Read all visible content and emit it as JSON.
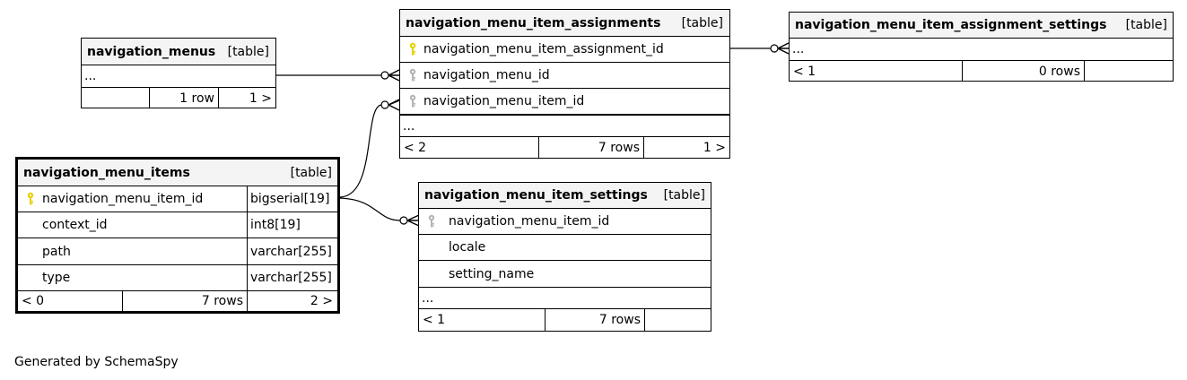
{
  "colors": {
    "primary_key": "#e6d200",
    "foreign_key": "#b4b4b4",
    "header_fill": "#f4f4f4",
    "line": "#000000"
  },
  "tables": {
    "menus": {
      "name": "navigation_menus",
      "kind": "[table]",
      "ellipsis": "...",
      "footer": {
        "parents": "",
        "rows": "1 row",
        "children": "1 >"
      }
    },
    "assignments": {
      "name": "navigation_menu_item_assignments",
      "kind": "[table]",
      "columns": [
        {
          "name": "navigation_menu_item_assignment_id",
          "key": "primary-key-icon"
        },
        {
          "name": "navigation_menu_id",
          "key": "foreign-key-icon"
        },
        {
          "name": "navigation_menu_item_id",
          "key": "foreign-key-icon"
        }
      ],
      "ellipsis": "...",
      "footer": {
        "parents": "< 2",
        "rows": "7 rows",
        "children": "1 >"
      }
    },
    "assignment_settings": {
      "name": "navigation_menu_item_assignment_settings",
      "kind": "[table]",
      "ellipsis": "...",
      "footer": {
        "parents": "< 1",
        "rows": "0 rows",
        "children": ""
      }
    },
    "items": {
      "name": "navigation_menu_items",
      "kind": "[table]",
      "columns": [
        {
          "name": "navigation_menu_item_id",
          "type": "bigserial[19]",
          "key": "primary-key-icon"
        },
        {
          "name": "context_id",
          "type": "int8[19]",
          "key": ""
        },
        {
          "name": "path",
          "type": "varchar[255]",
          "key": ""
        },
        {
          "name": "type",
          "type": "varchar[255]",
          "key": ""
        }
      ],
      "footer": {
        "parents": "< 0",
        "rows": "7 rows",
        "children": "2 >"
      }
    },
    "item_settings": {
      "name": "navigation_menu_item_settings",
      "kind": "[table]",
      "columns": [
        {
          "name": "navigation_menu_item_id",
          "key": "foreign-key-icon"
        },
        {
          "name": "locale",
          "key": ""
        },
        {
          "name": "setting_name",
          "key": ""
        }
      ],
      "ellipsis": "...",
      "footer": {
        "parents": "< 1",
        "rows": "7 rows",
        "children": ""
      }
    }
  },
  "footer_note": "Generated by SchemaSpy"
}
